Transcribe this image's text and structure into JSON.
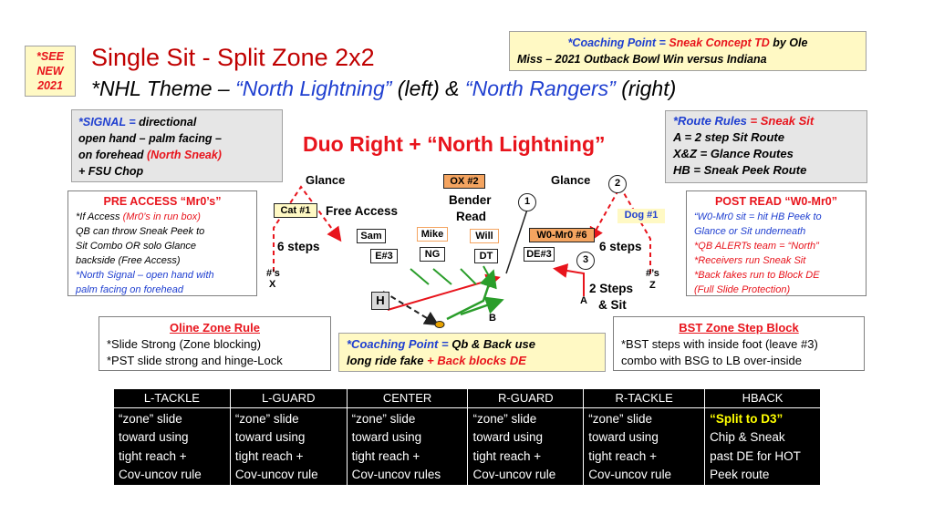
{
  "see_new": [
    "*SEE",
    "NEW",
    "2021"
  ],
  "title": "Single Sit - Split Zone 2x2",
  "subtitle": {
    "prefix": "*NHL Theme – ",
    "left_name": "“North Lightning”",
    "mid": " (left) & ",
    "right_name": "“North Rangers”",
    "suffix": " (right)"
  },
  "coaching_top": {
    "label": "*Coaching Point = ",
    "emph": "Sneak Concept TD",
    "rest1": " by Ole",
    "line2": "Miss – 2021 Outback Bowl Win versus Indiana"
  },
  "signal": {
    "label": "*SIGNAL = ",
    "l1": "directional",
    "l2": "open hand – palm facing –",
    "l3a": "on forehead ",
    "l3b": "(North Sneak)",
    "l4": "+ FSU Chop"
  },
  "play_call": "Duo Right + “North Lightning”",
  "route_rules": {
    "label": "*Route Rules",
    "emph": " = Sneak Sit",
    "lines": [
      "A = 2 step Sit Route",
      "X&Z = Glance Routes",
      "HB = Sneak Peek Route"
    ]
  },
  "pre_access": {
    "title": "PRE ACCESS “Mr0’s”",
    "l1a": "*If Access ",
    "l1b": "(Mr0’s in run box)",
    "l2": "QB can throw Sneak Peek to",
    "l3": "Sit Combo OR solo Glance",
    "l4": "backside (Free Access)",
    "l5": "*North Signal – open hand with",
    "l6": "palm facing on forehead"
  },
  "post_read": {
    "title": "POST READ “W0-Mr0”",
    "lines": [
      "“W0-Mr0 sit = hit HB Peek to",
      "Glance or Sit underneath",
      "*QB ALERTs team = “North”",
      "*Receivers run Sneak Sit",
      "*Back fakes run to Block DE",
      "(Full Slide Protection)"
    ]
  },
  "oline_rule": {
    "title": "Oline Zone Rule",
    "lines": [
      "*Slide Strong (Zone blocking)",
      "*PST slide strong and hinge-Lock"
    ]
  },
  "coaching_mid": {
    "label": "*Coaching Point = ",
    "l1": "Qb & Back use",
    "l2a": "long ride fake ",
    "l2b": "+ Back blocks DE"
  },
  "bst_rule": {
    "title": "BST Zone Step Block",
    "lines": [
      "*BST steps with inside foot (leave #3)",
      "combo with BSG to LB over-inside"
    ]
  },
  "field": {
    "glance_left": "Glance",
    "glance_right": "Glance",
    "ox2": "OX #2",
    "bender": "Bender",
    "read": "Read",
    "cat1": "Cat #1",
    "free_access": "Free Access",
    "dog1": "Dog #1",
    "sam": "Sam",
    "mike": "Mike",
    "will": "Will",
    "w0mr0": "W0-Mr0 #6",
    "steps_left": "6 steps",
    "steps_right": "6 steps",
    "e3": "E#3",
    "ng": "NG",
    "dt": "DT",
    "de3": "DE#3",
    "num_x": "#’s",
    "x": "X",
    "num_z": "#’s",
    "z": "Z",
    "h": "H",
    "b": "B",
    "a": "A",
    "two_steps": "2 Steps",
    "sit": "& Sit",
    "c1": "1",
    "c2": "2",
    "c3": "3"
  },
  "table": {
    "headers": [
      "L-TACKLE",
      "L-GUARD",
      "CENTER",
      "R-GUARD",
      "R-TACKLE",
      "HBACK"
    ],
    "cells": [
      [
        "“zone” slide",
        "toward using",
        "tight reach +",
        "Cov-uncov rule"
      ],
      [
        "“zone” slide",
        "toward using",
        "tight reach +",
        "Cov-uncov rule"
      ],
      [
        "“zone” slide",
        "toward using",
        "tight reach +",
        "Cov-uncov rules"
      ],
      [
        "“zone” slide",
        "toward using",
        "tight reach +",
        "Cov-uncov rule"
      ],
      [
        "“zone” slide",
        "toward using",
        "tight reach +",
        "Cov-uncov rule"
      ],
      [
        "“Split to D3”",
        "Chip & Sneak",
        "past DE for HOT",
        "Peek route"
      ]
    ],
    "highlight_color": "#ffff00"
  },
  "colors": {
    "title_red": "#c00000",
    "accent_red": "#e8141c",
    "accent_blue": "#1f3fd0",
    "route_green": "#2a9d2a",
    "box_orange": "#f4a460",
    "box_yellow": "#fff9c4",
    "box_gray": "#e6e6e6"
  }
}
